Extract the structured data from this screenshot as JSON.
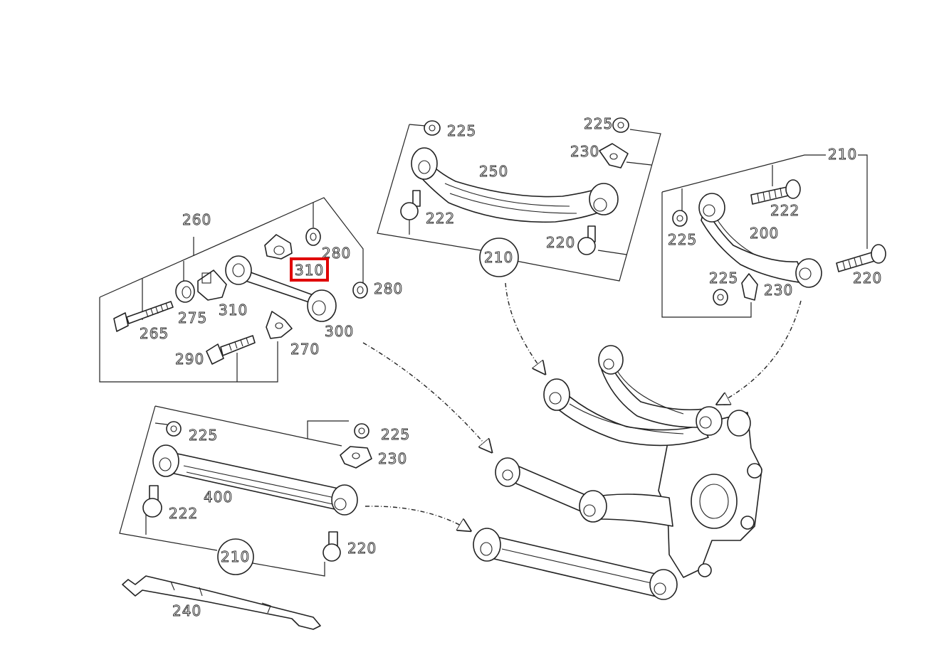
{
  "diagram": {
    "highlight_color": "#e00000",
    "highlighted_label": "310",
    "labels": {
      "g260_title": "260",
      "g260_280a": "280",
      "g260_280b": "280",
      "g260_310a": "310",
      "g260_310b": "310",
      "g260_275": "275",
      "g260_265": "265",
      "g260_300": "300",
      "g260_290": "290",
      "g260_270": "270",
      "g250_225a": "225",
      "g250_225b": "225",
      "g250_230": "230",
      "g250_250": "250",
      "g250_222": "222",
      "g250_220": "220",
      "g250_210": "210",
      "g200_210": "210",
      "g200_222": "222",
      "g200_225a": "225",
      "g200_200": "200",
      "g200_225b": "225",
      "g200_230": "230",
      "g200_220": "220",
      "g400_225a": "225",
      "g400_225b": "225",
      "g400_230": "230",
      "g400_400": "400",
      "g400_222": "222",
      "g400_210": "210",
      "g400_220": "220",
      "p240": "240"
    },
    "icons": [
      "bolt-icon",
      "nut-icon",
      "bushing-icon",
      "washer-icon",
      "eccentric-washer-icon",
      "clip-icon",
      "control-arm-icon",
      "wheel-carrier-icon",
      "heat-shield-icon",
      "dashed-arrow-icon"
    ]
  }
}
